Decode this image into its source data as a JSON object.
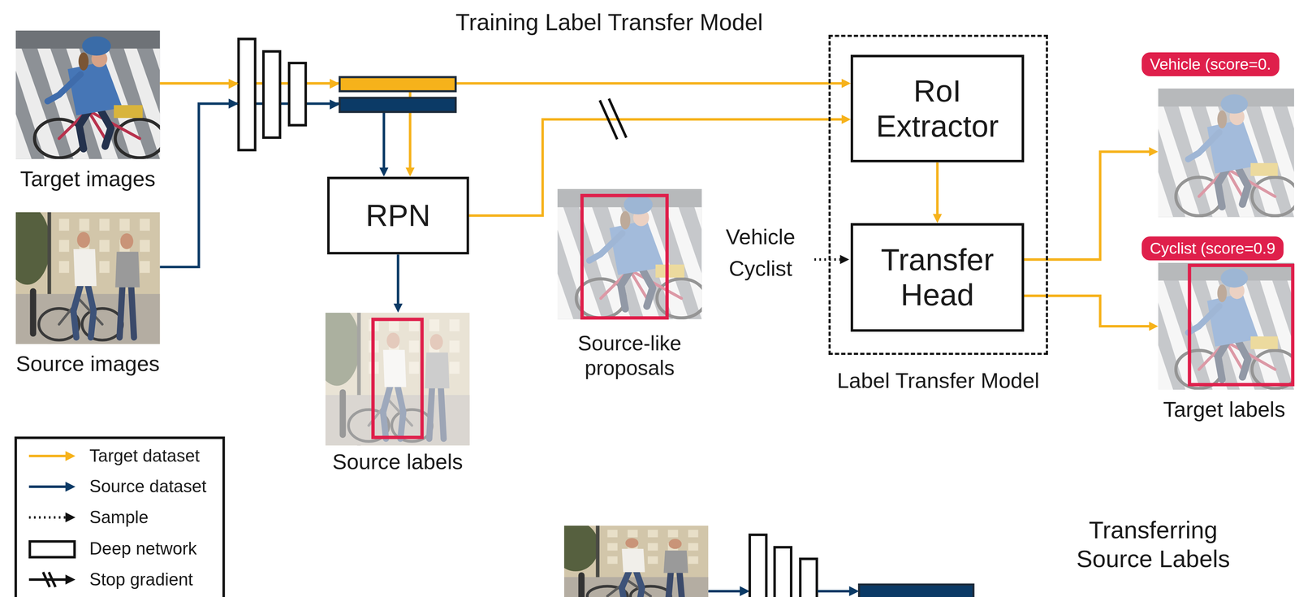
{
  "diagram": {
    "nodes": [
      {
        "text": [
          "Target images"
        ]
      },
      {
        "text": [
          "Source images"
        ]
      },
      {
        "text": [
          "RPN"
        ]
      },
      {
        "text": [
          "Source labels"
        ]
      },
      {
        "text": [
          "Source-like proposals"
        ]
      },
      {
        "text": [
          "Label Transfer Model"
        ]
      },
      {
        "text": [
          "RoI Extractor"
        ],
        "in": 5
      },
      {
        "text": [
          "Transfer Head"
        ],
        "in": 5
      },
      {
        "text": [
          "Vehicle (score=0."
        ]
      },
      {
        "text": [
          "Cyclist (score=0.9",
          "Target labels"
        ]
      }
    ],
    "edges": [
      {
        "from": 0,
        "to": 2,
        "arrow": "to"
      },
      {
        "from": 1,
        "to": 2,
        "arrow": "to"
      },
      {
        "from": 0,
        "to": 6,
        "arrow": "to"
      },
      {
        "from": 2,
        "to": 6,
        "arrow": "to"
      },
      {
        "from": 2,
        "to": 3,
        "arrow": "to"
      },
      {
        "from": 6,
        "to": 7,
        "arrow": "to"
      },
      {
        "from": 7,
        "to": 8,
        "arrow": "to"
      },
      {
        "from": 7,
        "to": 9,
        "arrow": "to"
      }
    ],
    "labels": [
      "Training Label Transfer Model",
      "Vehicle",
      "Cyclist",
      "Transferring Source Labels"
    ],
    "legend": [
      {
        "text": "Target dataset"
      },
      {
        "text": "Source dataset"
      },
      {
        "text": "Sample"
      },
      {
        "text": "Deep network"
      },
      {
        "text": "Stop gradient"
      }
    ]
  }
}
